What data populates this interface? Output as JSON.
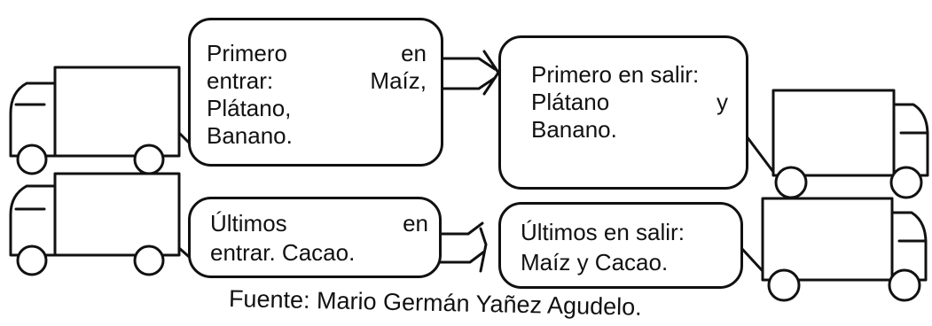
{
  "boxes": {
    "first_in": {
      "line1_a": "Primero",
      "line1_b": "en",
      "line2_a": "entrar:",
      "line2_b": "Maíz,",
      "line3": "Plátano,",
      "line4": "Banano."
    },
    "first_out": {
      "line1": "Primero en salir:",
      "line2_a": "Plátano",
      "line2_b": "y",
      "line3": "Banano."
    },
    "last_in": {
      "line1_a": "Últimos",
      "line1_b": "en",
      "line2": "entrar. Cacao."
    },
    "last_out": {
      "line1": "Últimos en salir:",
      "line2": "Maíz y Cacao."
    }
  },
  "caption": "Fuente: Mario Germán Yañez Agudelo."
}
